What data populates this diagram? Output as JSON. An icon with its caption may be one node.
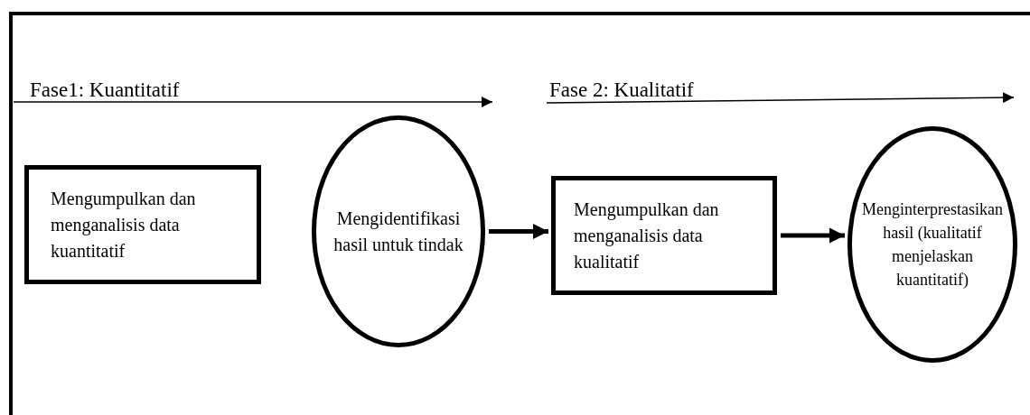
{
  "diagram": {
    "nodes": [
      {
        "text": [
          "Mengumpulkan dan menganalisis data kuantitatif"
        ]
      },
      {
        "text": [
          "Mengidentifikasi hasil untuk tindak"
        ]
      },
      {
        "text": [
          "Mengumpulkan dan menganalisis data kualitatif"
        ]
      },
      {
        "text": [
          "Menginterprestasikan hasil (kualitatif menjelaskan kuantitatif)"
        ]
      }
    ],
    "edges": [
      {
        "from": 1,
        "to": 2,
        "arrow": "to"
      },
      {
        "from": 2,
        "to": 3,
        "arrow": "to"
      }
    ],
    "labels": [
      "Fase1: Kuantitatif",
      "Fase 2: Kualitatif"
    ]
  }
}
